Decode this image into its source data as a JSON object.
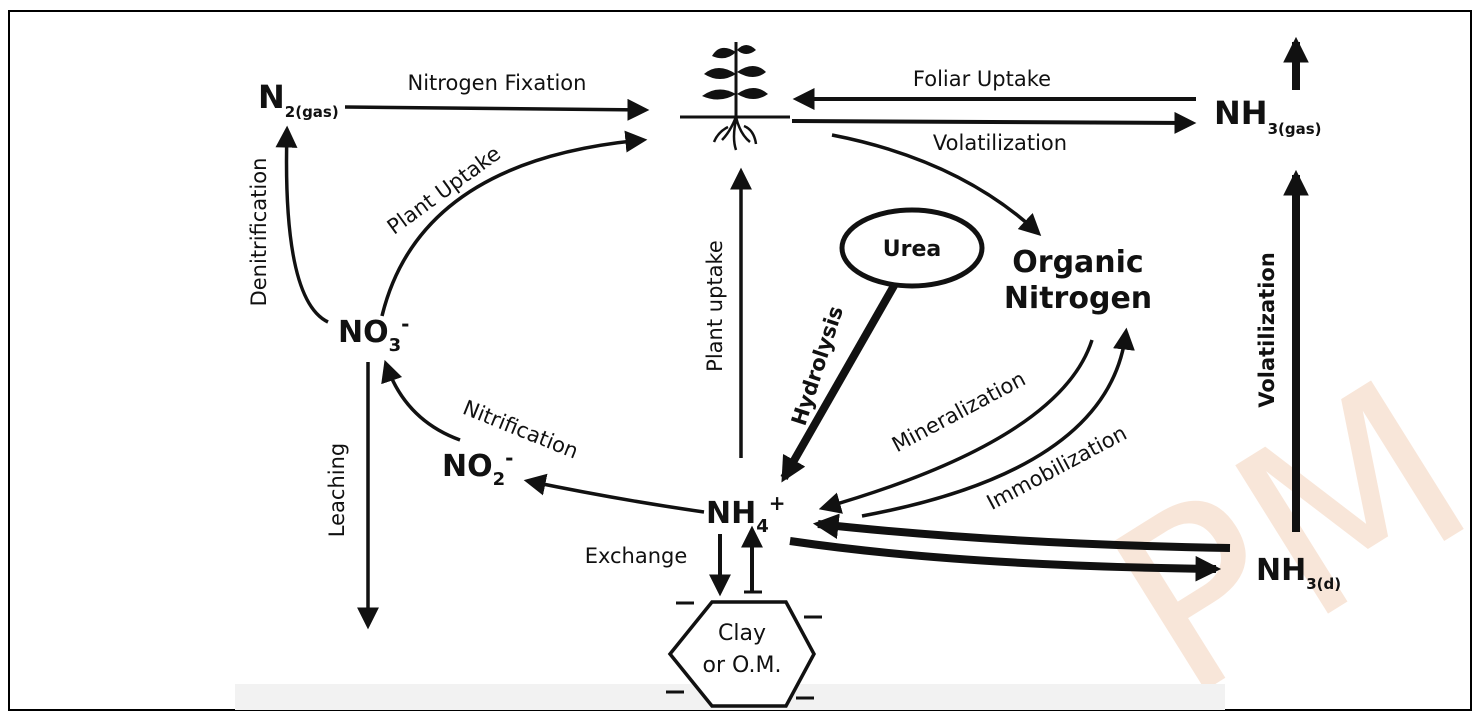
{
  "nodes": {
    "n2": {
      "main": "N",
      "sub": "2(gas)"
    },
    "plant": {
      "icon": "plant-icon"
    },
    "nh3_gas": {
      "main": "NH",
      "sub": "3(gas)"
    },
    "no3": {
      "main": "NO",
      "sub": "3",
      "sup": "-"
    },
    "urea": "Urea",
    "organic_nitrogen": [
      "Organic",
      "Nitrogen"
    ],
    "no2": {
      "main": "NO",
      "sub": "2",
      "sup": "-"
    },
    "nh4": {
      "main": "NH",
      "sub": "4",
      "sup": "+"
    },
    "nh3_d": {
      "main": "NH",
      "sub": "3(d)"
    },
    "clay": [
      "Clay",
      "or O.M."
    ]
  },
  "processes": {
    "nitrogen_fixation": "Nitrogen Fixation",
    "foliar_uptake": "Foliar Uptake",
    "volatilization_top": "Volatilization",
    "denitrification": "Denitrification",
    "plant_uptake_left": "Plant Uptake",
    "plant_uptake_center": "Plant uptake",
    "hydrolysis": "Hydrolysis",
    "volatilization_right": "Volatilization",
    "leaching": "Leaching",
    "nitrification": "Nitrification",
    "mineralization": "Mineralization",
    "immobilization": "Immobilization",
    "exchange": "Exchange"
  },
  "watermark": "PM"
}
